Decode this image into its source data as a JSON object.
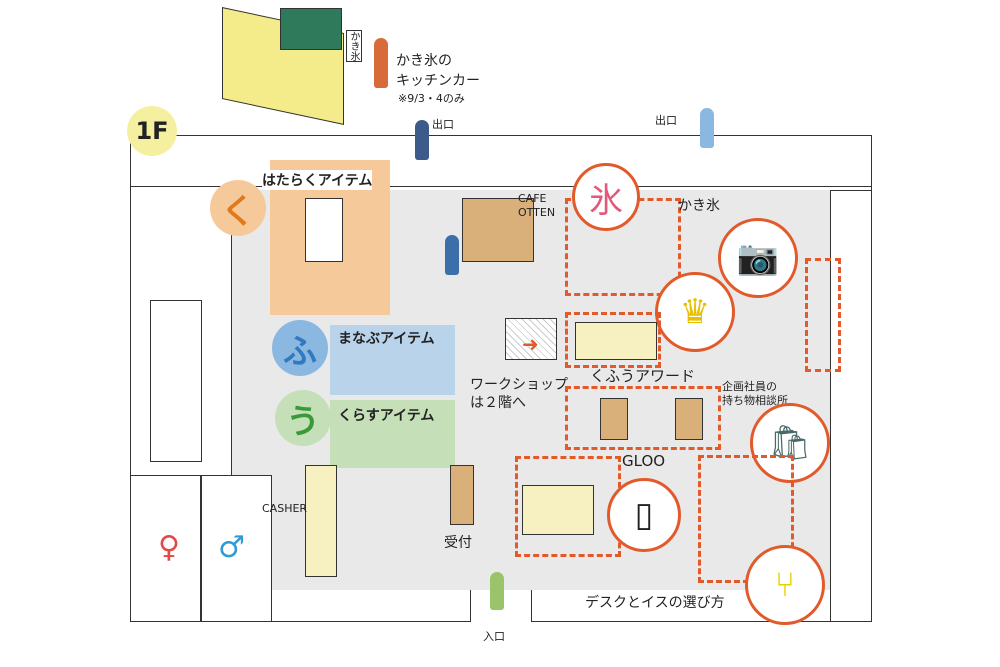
{
  "floor_badge": "1F",
  "food_truck": {
    "title_line1": "かき氷の",
    "title_line2": "キッチンカー",
    "note": "※9/3・4のみ",
    "sign": "かき氷"
  },
  "exits": [
    "出口",
    "出口"
  ],
  "entrance": "入口",
  "areas": {
    "hataraku": "はたらくアイテム",
    "manabu": "まなぶアイテム",
    "kurasu": "くらすアイテム",
    "cafe_line1": "CAFE",
    "cafe_line2": "OTTEN",
    "kakigori": "かき氷",
    "kakigori_icon": "氷",
    "workshop_line1": "ワークショップ",
    "workshop_line2": "は２階へ",
    "kufu_award": "くふうアワード",
    "consult_line1": "企画社員の",
    "consult_line2": "持ち物相談所",
    "gloo": "GLOO",
    "casher": "CASHER",
    "reception": "受付",
    "desk_chair": "デスクとイスの選び方"
  },
  "colors": {
    "accent": "#e25a2a",
    "orange_zone": "#f6c99a",
    "blue_zone": "#b9d3ea",
    "green_zone": "#c5dfb9",
    "floor": "#e9e9e9",
    "badge": "#f4f0a0"
  }
}
